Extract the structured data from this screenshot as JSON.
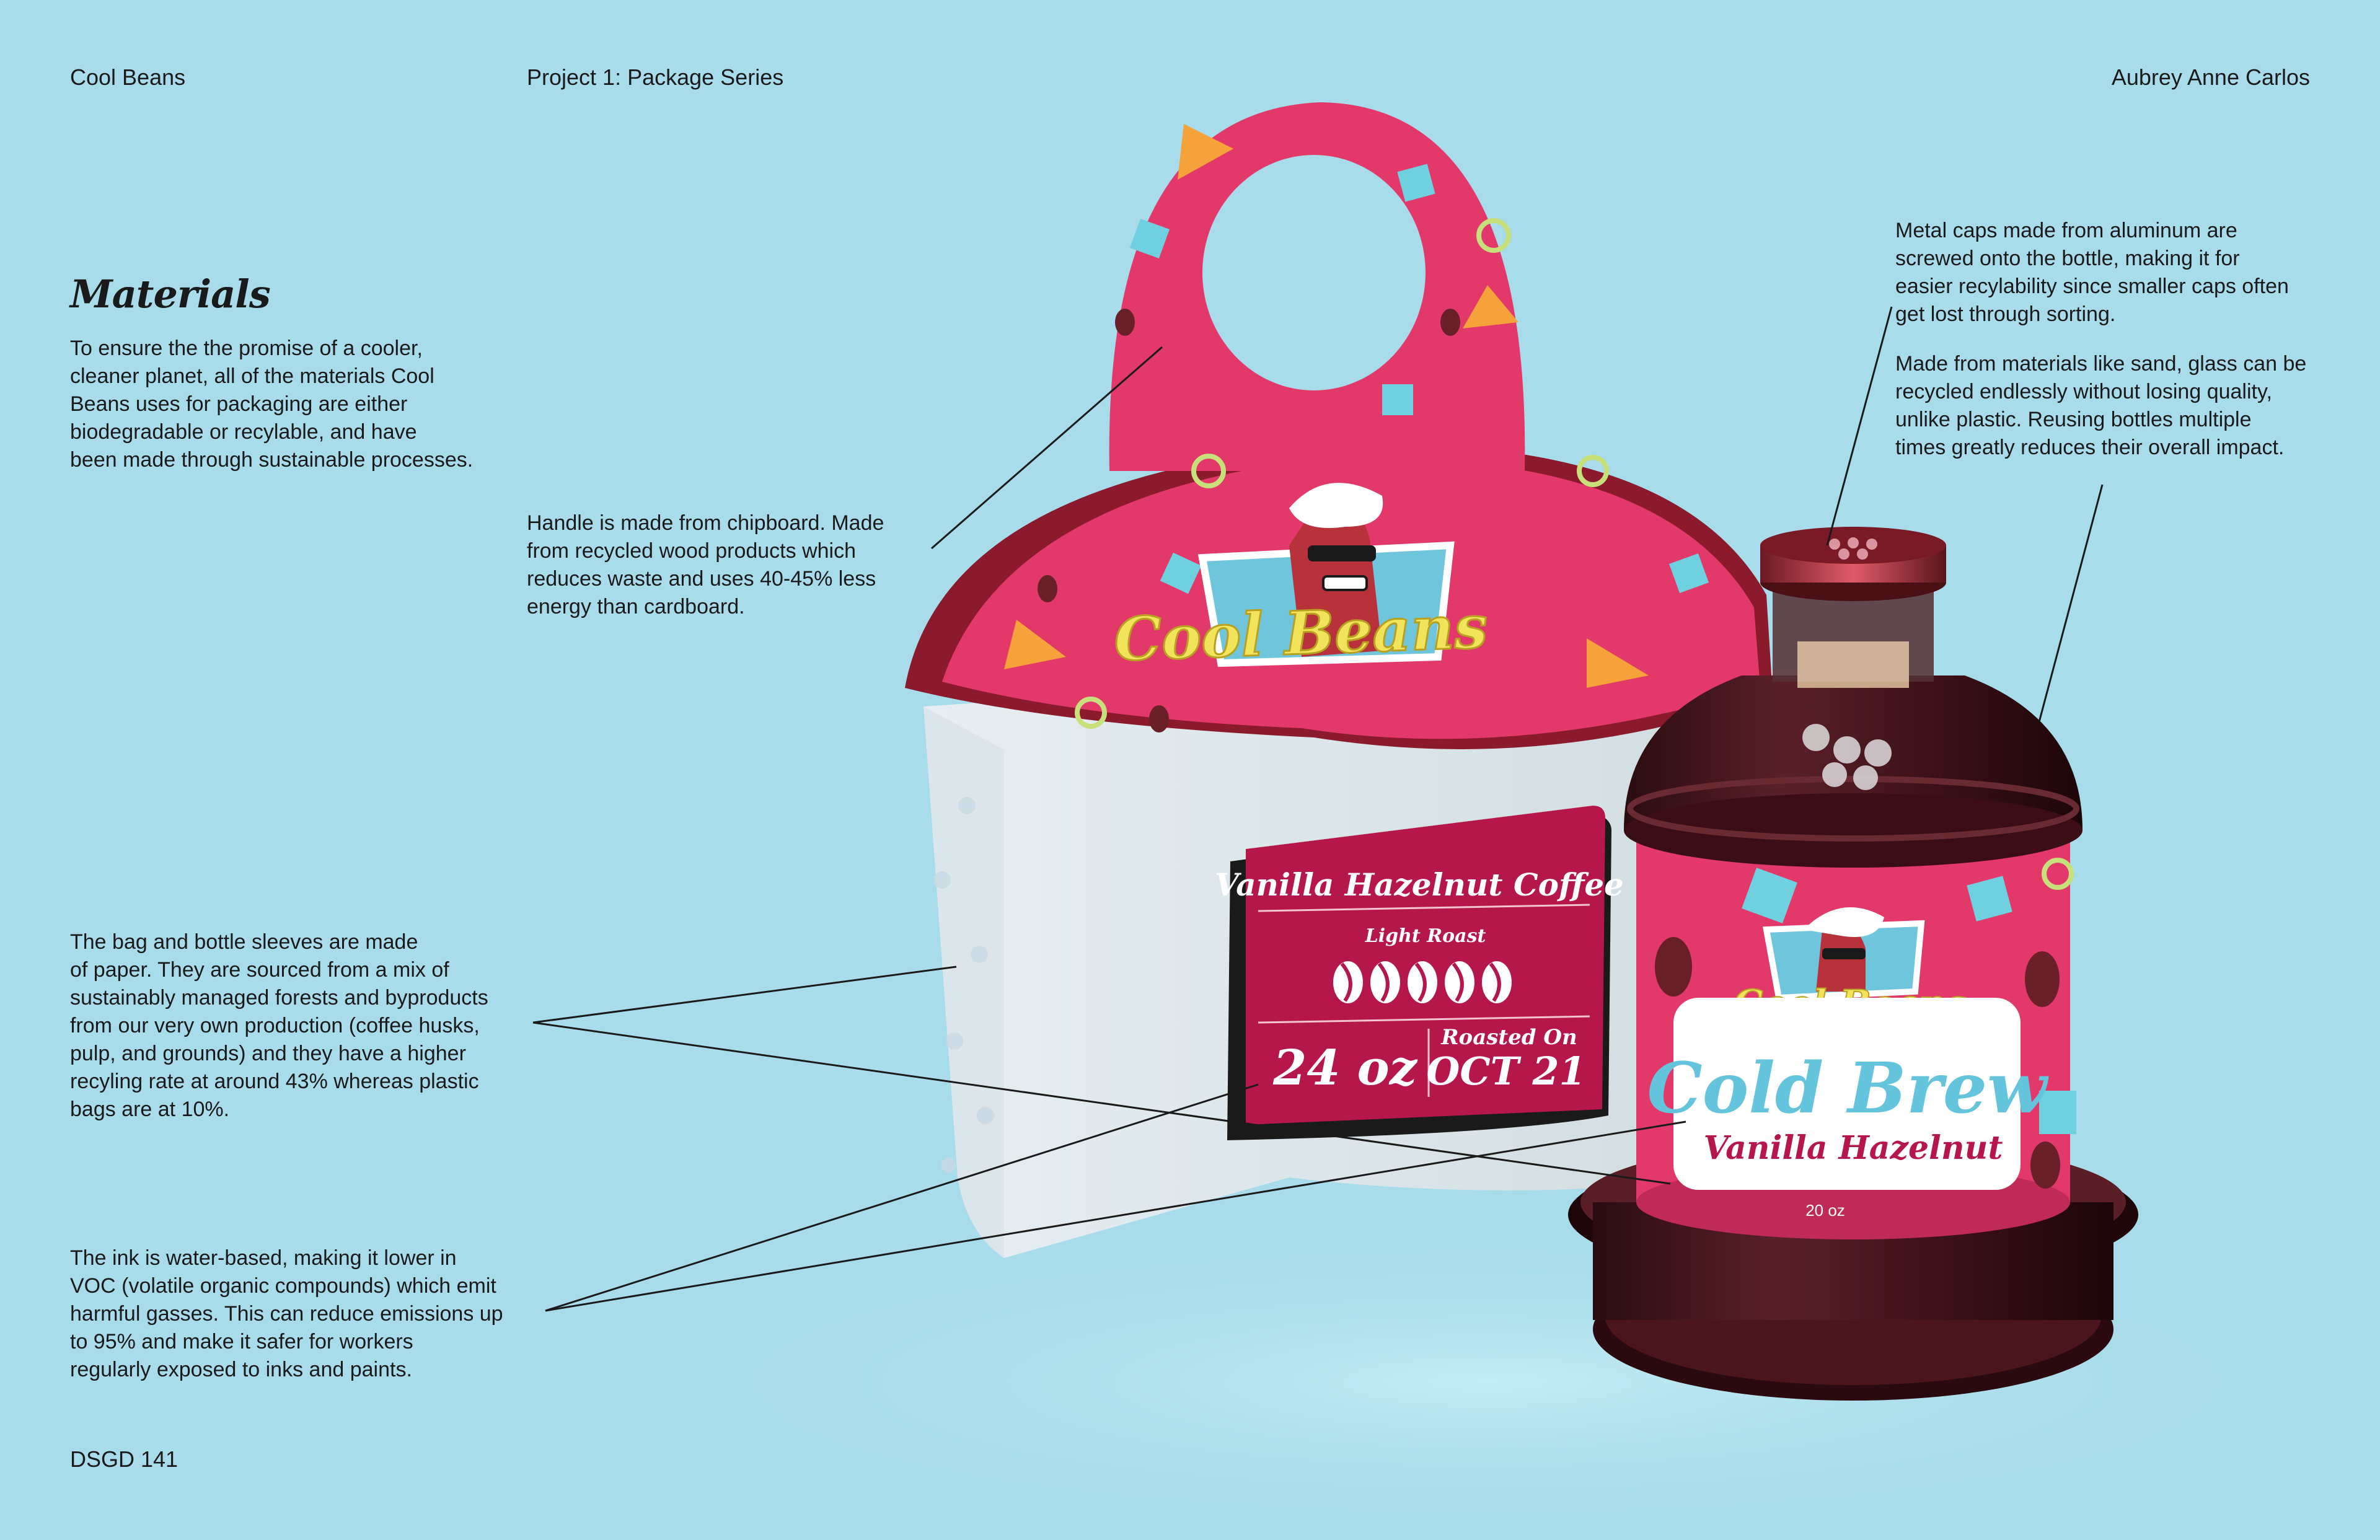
{
  "header": {
    "left": "Cool Beans",
    "center": "Project 1: Package Series",
    "right": "Aubrey Anne Carlos"
  },
  "footer": "DSGD 141",
  "section_title": "Materials",
  "intro": [
    "To ensure the the promise of a cooler,",
    "cleaner planet, all of the materials Cool",
    "Beans uses for packaging are either",
    "biodegradable or recylable, and have",
    "been made through sustainable processes."
  ],
  "annotations": {
    "handle": [
      "Handle is made from chipboard. Made",
      "from recycled wood products which",
      "reduces waste and uses 40-45% less",
      "energy than cardboard."
    ],
    "caps": [
      "Metal caps made from aluminum are",
      "screwed onto the bottle, making it for",
      "easier recylability since smaller caps often",
      "get lost through sorting."
    ],
    "glass": [
      "Made from materials like sand, glass can be",
      "recycled endlessly without losing quality,",
      "unlike plastic. Reusing bottles multiple",
      "times greatly reduces their overall impact."
    ],
    "paper": [
      "The bag and bottle sleeves are made",
      "of paper. They are sourced from a mix of",
      "sustainably managed forests and byproducts",
      "from our very own production (coffee husks,",
      "pulp, and grounds) and they have a higher",
      "recyling rate at around 43% whereas plastic",
      "bags are at 10%."
    ],
    "ink": [
      "The ink is water-based, making it  lower in",
      "VOC (volatile organic compounds) which emit",
      "harmful gasses. This can reduce emissions up",
      "to 95% and make it safer for  workers",
      "regularly exposed to inks and paints."
    ]
  },
  "box_label": {
    "flavor": "Vanilla Hazelnut Coffee",
    "roast": "Light Roast",
    "size": "24 oz",
    "roasted_label": "Roasted On",
    "roasted_date": "OCT 21"
  },
  "brand": "Cool Beans",
  "bottle_label": {
    "product": "Cold Brew",
    "flavor": "Vanilla Hazelnut",
    "size": "20 oz"
  },
  "colors": {
    "background": "#a9dcea",
    "pink": "#e2386a",
    "label_red": "#b5174a",
    "yellow": "#f2e45a",
    "ice_blue": "#6fd0e0",
    "coffee": "#4a1a1e"
  }
}
